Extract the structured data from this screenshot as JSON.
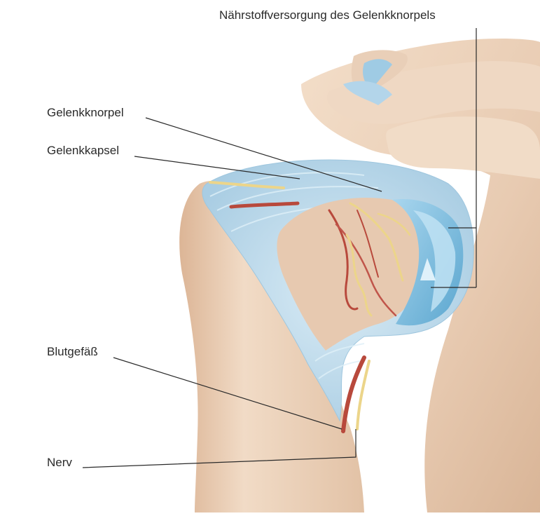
{
  "labels": {
    "nutrient": "Nährstoffversorgung des Gelenkknorpels",
    "cartilage": "Gelenkknorpel",
    "capsule": "Gelenkkapsel",
    "vessel": "Blutgefäß",
    "nerve": "Nerv"
  },
  "colors": {
    "bone": "#ecd2ba",
    "capsule": "#c2dcec",
    "cartilage": "#8ec3df",
    "vessel": "#b8493c",
    "nerve": "#ecd58a"
  }
}
